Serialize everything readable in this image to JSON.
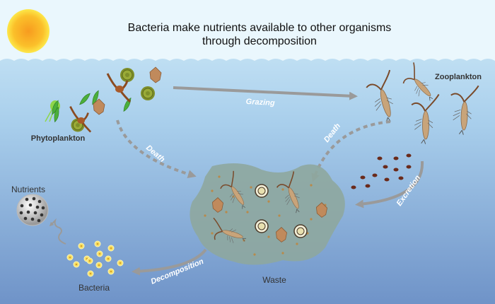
{
  "title": {
    "line1": "Bacteria make nutrients available to other organisms",
    "line2": "through decomposition"
  },
  "labels": {
    "phytoplankton": "Phytoplankton",
    "zooplankton": "Zooplankton",
    "nutrients": "Nutrients",
    "bacteria": "Bacteria",
    "waste": "Waste"
  },
  "processes": {
    "grazing": "Grazing",
    "death_phyto": "Death",
    "death_zoo": "Death",
    "excretion": "Excretion",
    "decomposition": "Decomposition"
  },
  "colors": {
    "sky": "#eaf7fd",
    "water_top": "#cde9f7",
    "water_bottom": "#6f93c8",
    "arrow": "#9a9a9a",
    "sun": "#f7a21b",
    "waste": "#8ea79f"
  }
}
